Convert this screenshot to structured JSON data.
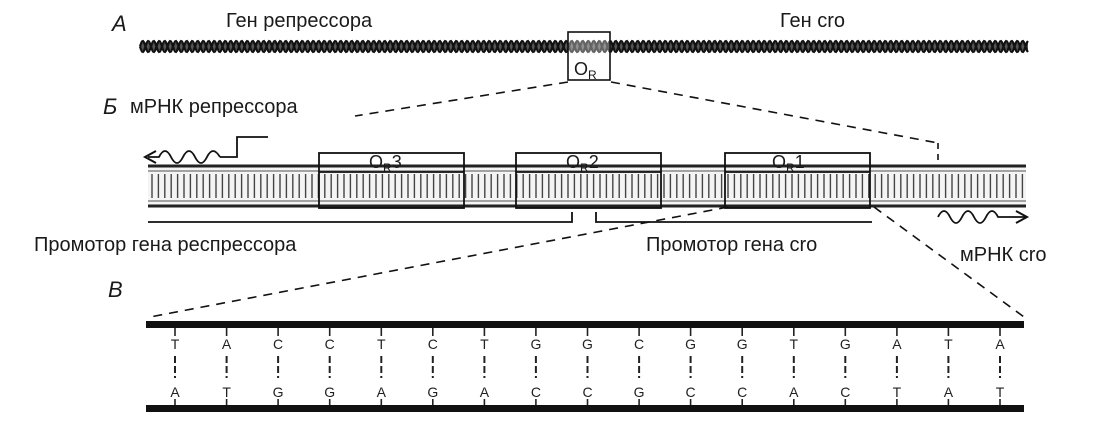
{
  "panels": {
    "a": "А",
    "b": "Б",
    "c": "В"
  },
  "panel_a": {
    "repressor_gene": "Ген репрессора",
    "cro_gene": "Ген cro",
    "operator": {
      "main": "O",
      "sub": "R"
    }
  },
  "panel_b": {
    "repressor_mrna": "мРНК репрессора",
    "sites": [
      {
        "main": "O",
        "sub": "R",
        "num": "3"
      },
      {
        "main": "O",
        "sub": "R",
        "num": "2"
      },
      {
        "main": "O",
        "sub": "R",
        "num": "1"
      }
    ],
    "repressor_promoter": "Промотор гена респрессора",
    "cro_promoter": "Промотор гена cro",
    "cro_mrna": "мРНК  cro"
  },
  "panel_c": {
    "top_strand": [
      "T",
      "A",
      "C",
      "C",
      "T",
      "C",
      "T",
      "G",
      "G",
      "C",
      "G",
      "G",
      "T",
      "G",
      "A",
      "T",
      "A"
    ],
    "bottom_strand": [
      "A",
      "T",
      "G",
      "G",
      "A",
      "G",
      "A",
      "C",
      "C",
      "G",
      "C",
      "C",
      "A",
      "C",
      "T",
      "A",
      "T"
    ]
  }
}
